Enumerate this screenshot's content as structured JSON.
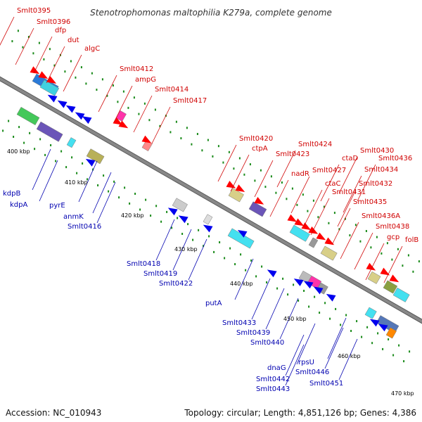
{
  "title": "Stenotrophomonas maltophilia K279a, complete genome",
  "footer": {
    "accession": "Accession: NC_010943",
    "summary": "Topology: circular; Length: 4,851,126 bp; Genes: 4,386"
  },
  "colors": {
    "forward_label": "#d00000",
    "reverse_label": "#0000b0",
    "forward_gene": "#ff0000",
    "reverse_gene": "#0000ee",
    "backbone": "#888888",
    "tick": "#1a8a1a"
  },
  "scale_labels": [
    "400 kbp",
    "410 kbp",
    "420 kbp",
    "430 kbp",
    "440 kbp",
    "450 kbp",
    "460 kbp",
    "470 kbp"
  ],
  "forward_gene_labels": [
    "Smlt0395",
    "Smlt0396",
    "dfp",
    "dut",
    "algC",
    "Smlt0412",
    "ampG",
    "Smlt0414",
    "Smlt0417",
    "Smlt0420",
    "ctpA",
    "Smlt0423",
    "Smlt0424",
    "nadR",
    "Smlt0427",
    "ctaC",
    "ctaD",
    "Smlt0430",
    "Smlt0431",
    "Smlt0432",
    "Smlt0434",
    "Smlt0435",
    "Smlt0436",
    "Smlt0436A",
    "Smlt0438",
    "gcp",
    "folB"
  ],
  "reverse_gene_labels": [
    "kdpB",
    "kdpA",
    "pyrE",
    "anmK",
    "Smlt0416",
    "Smlt0418",
    "Smlt0419",
    "Smlt0422",
    "putA",
    "Smlt0433",
    "Smlt0439",
    "Smlt0440",
    "dnaG",
    "Smlt0442",
    "Smlt0443",
    "rpsU",
    "Smlt0446",
    "Smlt0451"
  ]
}
